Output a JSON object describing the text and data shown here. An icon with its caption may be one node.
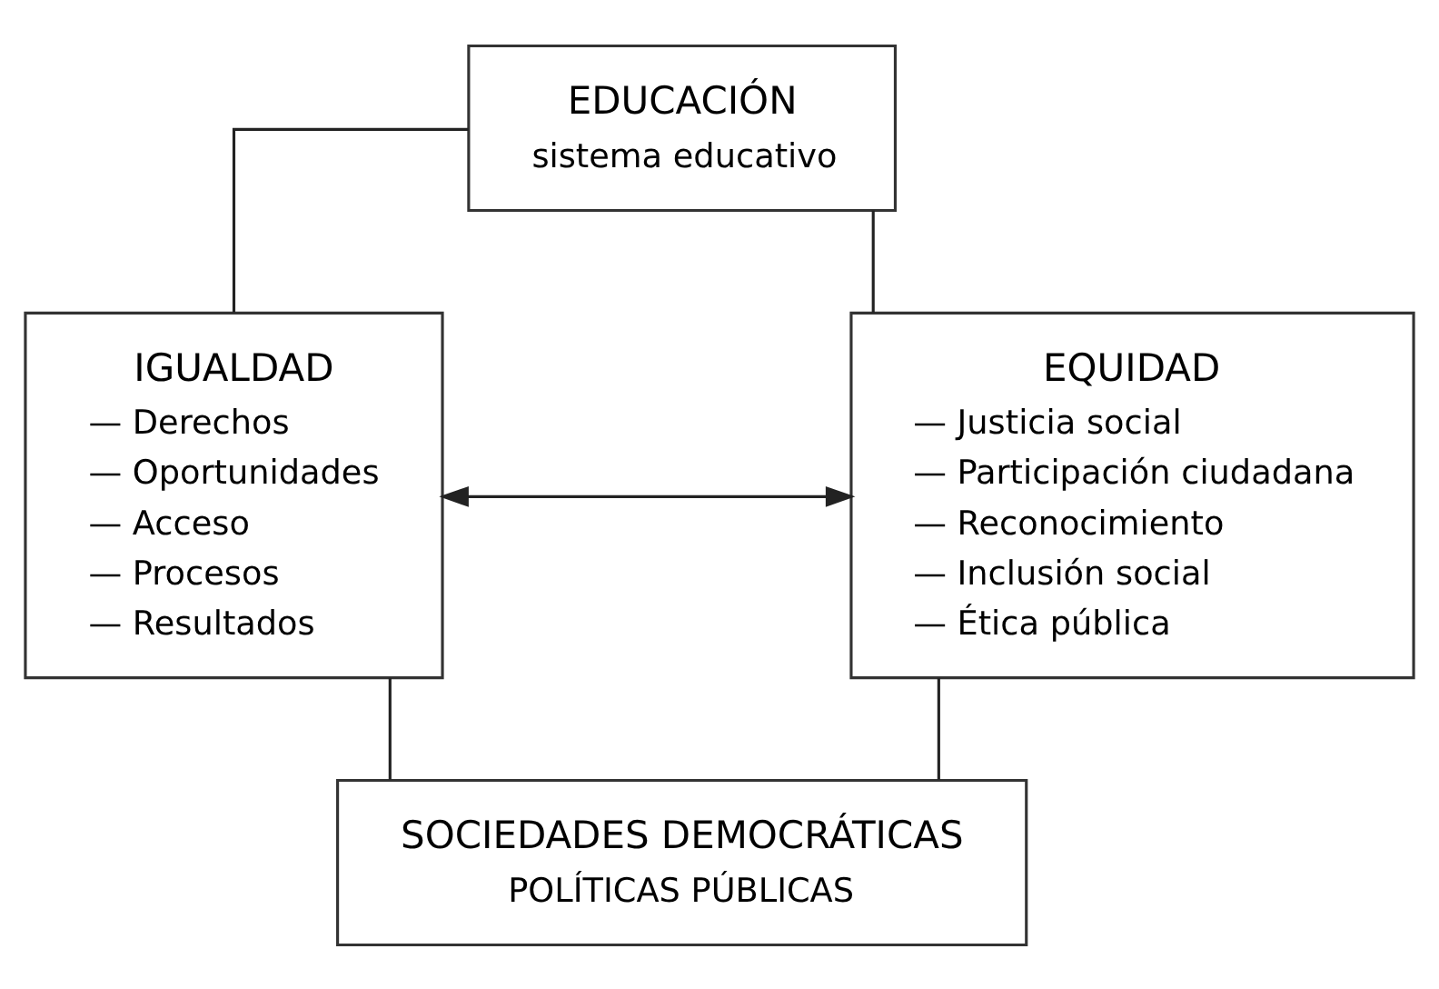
{
  "diagram": {
    "nodes": [
      {
        "text": [
          "EDUCACIÓN",
          "sistema educativo"
        ]
      },
      {
        "text": [
          "IGUALDAD",
          "— Derechos",
          "— Oportunidades",
          "— Acceso",
          "— Procesos",
          "— Resultados"
        ]
      },
      {
        "text": [
          "EQUIDAD",
          "— Justicia social",
          "— Participación ciudadana",
          "— Reconocimiento",
          "— Inclusión social",
          "— Ética pública"
        ]
      },
      {
        "text": [
          "SOCIEDADES DEMOCRÁTICAS",
          "POLÍTICAS PÚBLICAS"
        ]
      }
    ],
    "edges": [
      {
        "from": 0,
        "to": 1,
        "arrow": "none"
      },
      {
        "from": 0,
        "to": 2,
        "arrow": "none"
      },
      {
        "from": 1,
        "to": 2,
        "arrow": "both"
      },
      {
        "from": 1,
        "to": 3,
        "arrow": "none"
      },
      {
        "from": 2,
        "to": 3,
        "arrow": "none"
      }
    ]
  }
}
